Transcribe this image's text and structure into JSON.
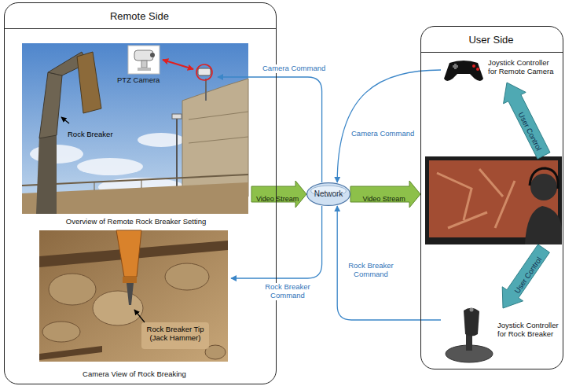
{
  "diagram": {
    "nodes": [
      {
        "text": [
          "Remote Side"
        ]
      },
      {
        "text": [
          "Overview of Remote Rock Breaker Setting"
        ],
        "in": 0
      },
      {
        "text": [
          "PTZ Camera"
        ],
        "in": 1
      },
      {
        "text": [
          "Camera View of Rock Breaking"
        ],
        "in": 0
      },
      {
        "text": [
          "Network"
        ]
      },
      {
        "text": [
          "User Side"
        ]
      },
      {
        "text": [
          "Joystick Controller for Remote Camera"
        ],
        "in": 5
      },
      {
        "text": [
          "Joystick Controller for Rock Breaker"
        ],
        "in": 5
      }
    ],
    "edges": [
      {
        "from": 6,
        "to": 4,
        "label": "Camera Command",
        "arrow": "to"
      },
      {
        "from": 4,
        "to": 2,
        "label": "Camera Command",
        "arrow": "to"
      },
      {
        "from": 7,
        "to": 4,
        "label": "Rock Breaker Command",
        "arrow": "to"
      },
      {
        "from": 4,
        "to": 3,
        "label": "Rock Breaker Command",
        "arrow": "to"
      },
      {
        "from": 1,
        "to": 4,
        "label": "Video Stream",
        "arrow": "to"
      },
      {
        "from": 4,
        "to": 5,
        "label": "Video Stream",
        "arrow": "to"
      }
    ],
    "labels": [
      "Rock Breaker",
      "Rock Breaker Tip (Jack Hammer)",
      "User Control",
      "User Control"
    ]
  }
}
